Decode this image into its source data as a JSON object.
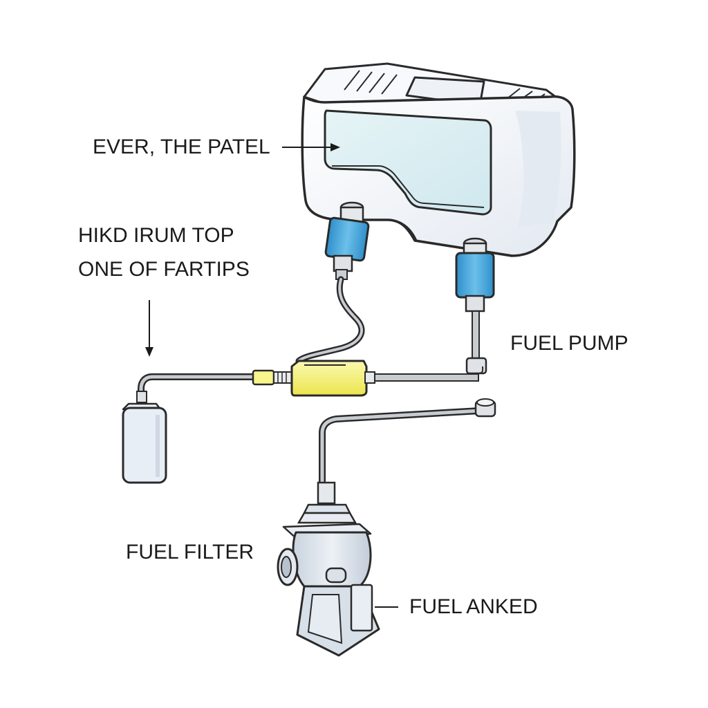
{
  "labels": {
    "tank_panel": "EVER, THE PATEL",
    "hose_note_line1": "HIKD IRUM TOP",
    "hose_note_line2": "ONE OF FARTIPS",
    "fuel_pump": "FUEL PUMP",
    "fuel_filter": "FUEL FILTER",
    "fuel_anked": "FUEL ANKED"
  },
  "colors": {
    "outline": "#2a2a2a",
    "tank_fill": "#f4f7fb",
    "tank_window": "#d8eef2",
    "connector_blue": "#3ea0d8",
    "filter_yellow": "#f3f07a",
    "pipe": "#b8bcc0",
    "reservoir_fill": "#e8eef5",
    "pump_fill": "#dde4ec"
  },
  "icons": {
    "tank": "fuel-tank-icon",
    "reservoir": "reservoir-bottle-icon",
    "inline_filter": "inline-filter-icon",
    "pump": "fuel-pump-housing-icon"
  }
}
